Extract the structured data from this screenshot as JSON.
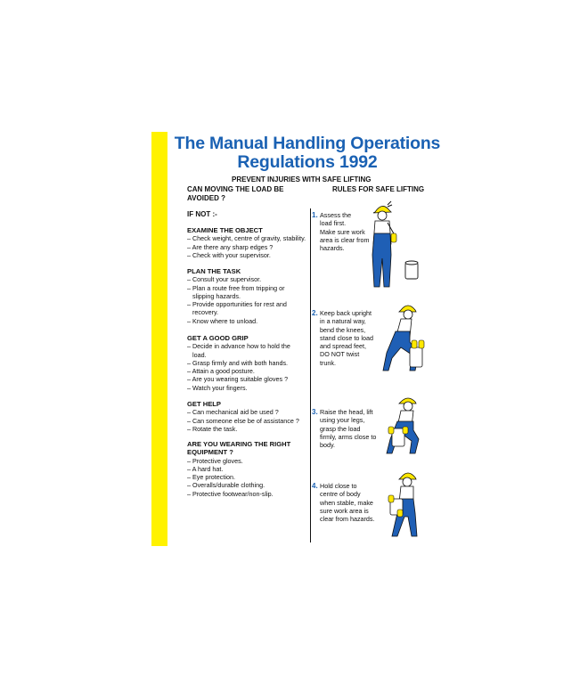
{
  "title": {
    "line1": "The Manual Handling Operations",
    "line2": "Regulations 1992"
  },
  "subtitle": "PREVENT INJURIES WITH SAFE LIFTING",
  "left_heading": {
    "line1": "CAN MOVING THE LOAD BE",
    "line2": "AVOIDED ?"
  },
  "if_not": "IF NOT :-",
  "right_heading": "RULES FOR SAFE LIFTING",
  "sections": [
    {
      "heading": "EXAMINE THE OBJECT",
      "items": [
        "– Check weight, centre of gravity, stability.",
        "– Are there any sharp edges ?",
        "– Check with your supervisor."
      ]
    },
    {
      "heading": "PLAN THE TASK",
      "items": [
        "– Consult your supervisor.",
        "– Plan a route free from tripping or",
        "   slipping hazards.",
        "– Provide opportunities for rest and",
        "   recovery.",
        "– Know where to unload."
      ]
    },
    {
      "heading": "GET A GOOD GRIP",
      "items": [
        "– Decide in advance how to hold the",
        "   load.",
        "– Grasp firmly and with both hands.",
        "– Attain a good posture.",
        "– Are you wearing suitable gloves ?",
        "– Watch your fingers."
      ]
    },
    {
      "heading": "GET HELP",
      "items": [
        "– Can mechanical aid be used ?",
        "– Can someone else be of assistance ?",
        "– Rotate the task."
      ]
    },
    {
      "heading": "ARE YOU WEARING THE RIGHT",
      "heading2": "EQUIPMENT ?",
      "items": [
        "– Protective gloves.",
        "– A hard hat.",
        "– Eye protection.",
        "– Overalls/durable clothing.",
        "– Protective footwear/non-slip."
      ]
    }
  ],
  "steps": [
    {
      "num": "1.",
      "lines": [
        "Assess the",
        "load first.",
        "Make sure work",
        "area is clear from",
        "hazards."
      ]
    },
    {
      "num": "2.",
      "lines": [
        "Keep back upright",
        "in a natural way,",
        "bend the knees,",
        "stand close to load",
        "and spread feet,",
        "DO NOT twist",
        "trunk."
      ]
    },
    {
      "num": "3.",
      "lines": [
        "Raise the head, lift",
        "using your legs,",
        "grasp the load",
        "firmly, arms close to",
        "body."
      ]
    },
    {
      "num": "4.",
      "lines": [
        "Hold close to",
        "centre of body",
        "when stable, make",
        "sure work area is",
        "clear from hazards."
      ]
    }
  ],
  "colors": {
    "title_blue": "#1a61b3",
    "strip_yellow": "#fff200",
    "overall_blue": "#1f5fb5",
    "helmet_yellow": "#ffe800"
  },
  "icons": [
    "worker-standing-figure",
    "worker-bending-figure",
    "worker-lifting-figure",
    "worker-carrying-figure",
    "container-icon"
  ]
}
